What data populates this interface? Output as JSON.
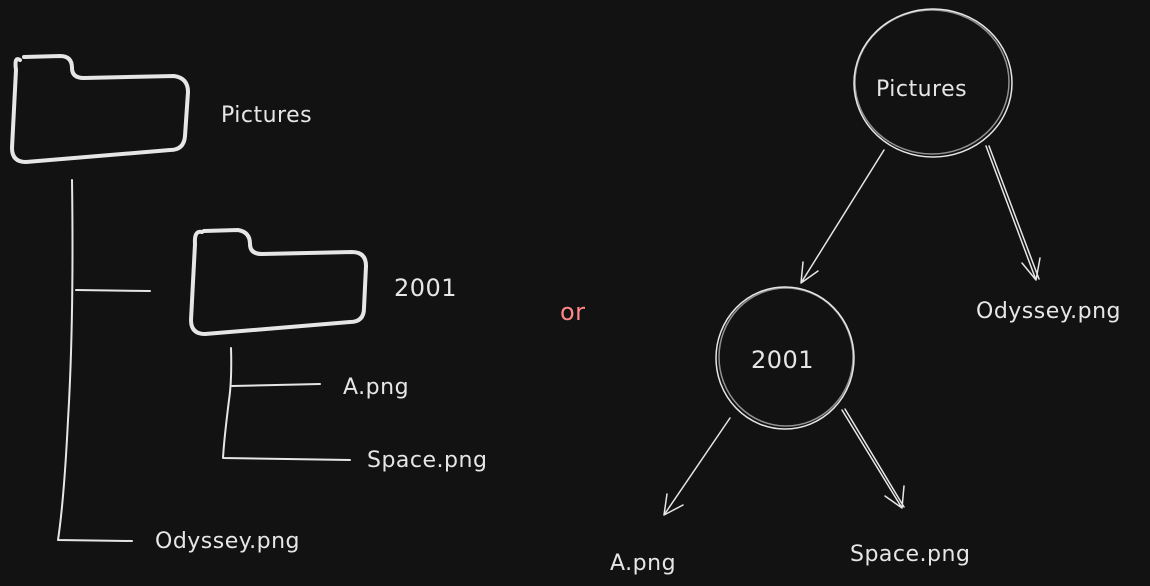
{
  "colors": {
    "background": "#121212",
    "stroke": "#e6e6e6",
    "accent": "#ff8787"
  },
  "left_tree": {
    "root": "Pictures",
    "subfolder": "2001",
    "subfolder_file_1": "A.png",
    "subfolder_file_2": "Space.png",
    "root_file": "Odyssey.png"
  },
  "separator": "or",
  "right_tree": {
    "root": "Pictures",
    "subfolder": "2001",
    "subfolder_file_1": "A.png",
    "subfolder_file_2": "Space.png",
    "root_file": "Odyssey.png"
  }
}
